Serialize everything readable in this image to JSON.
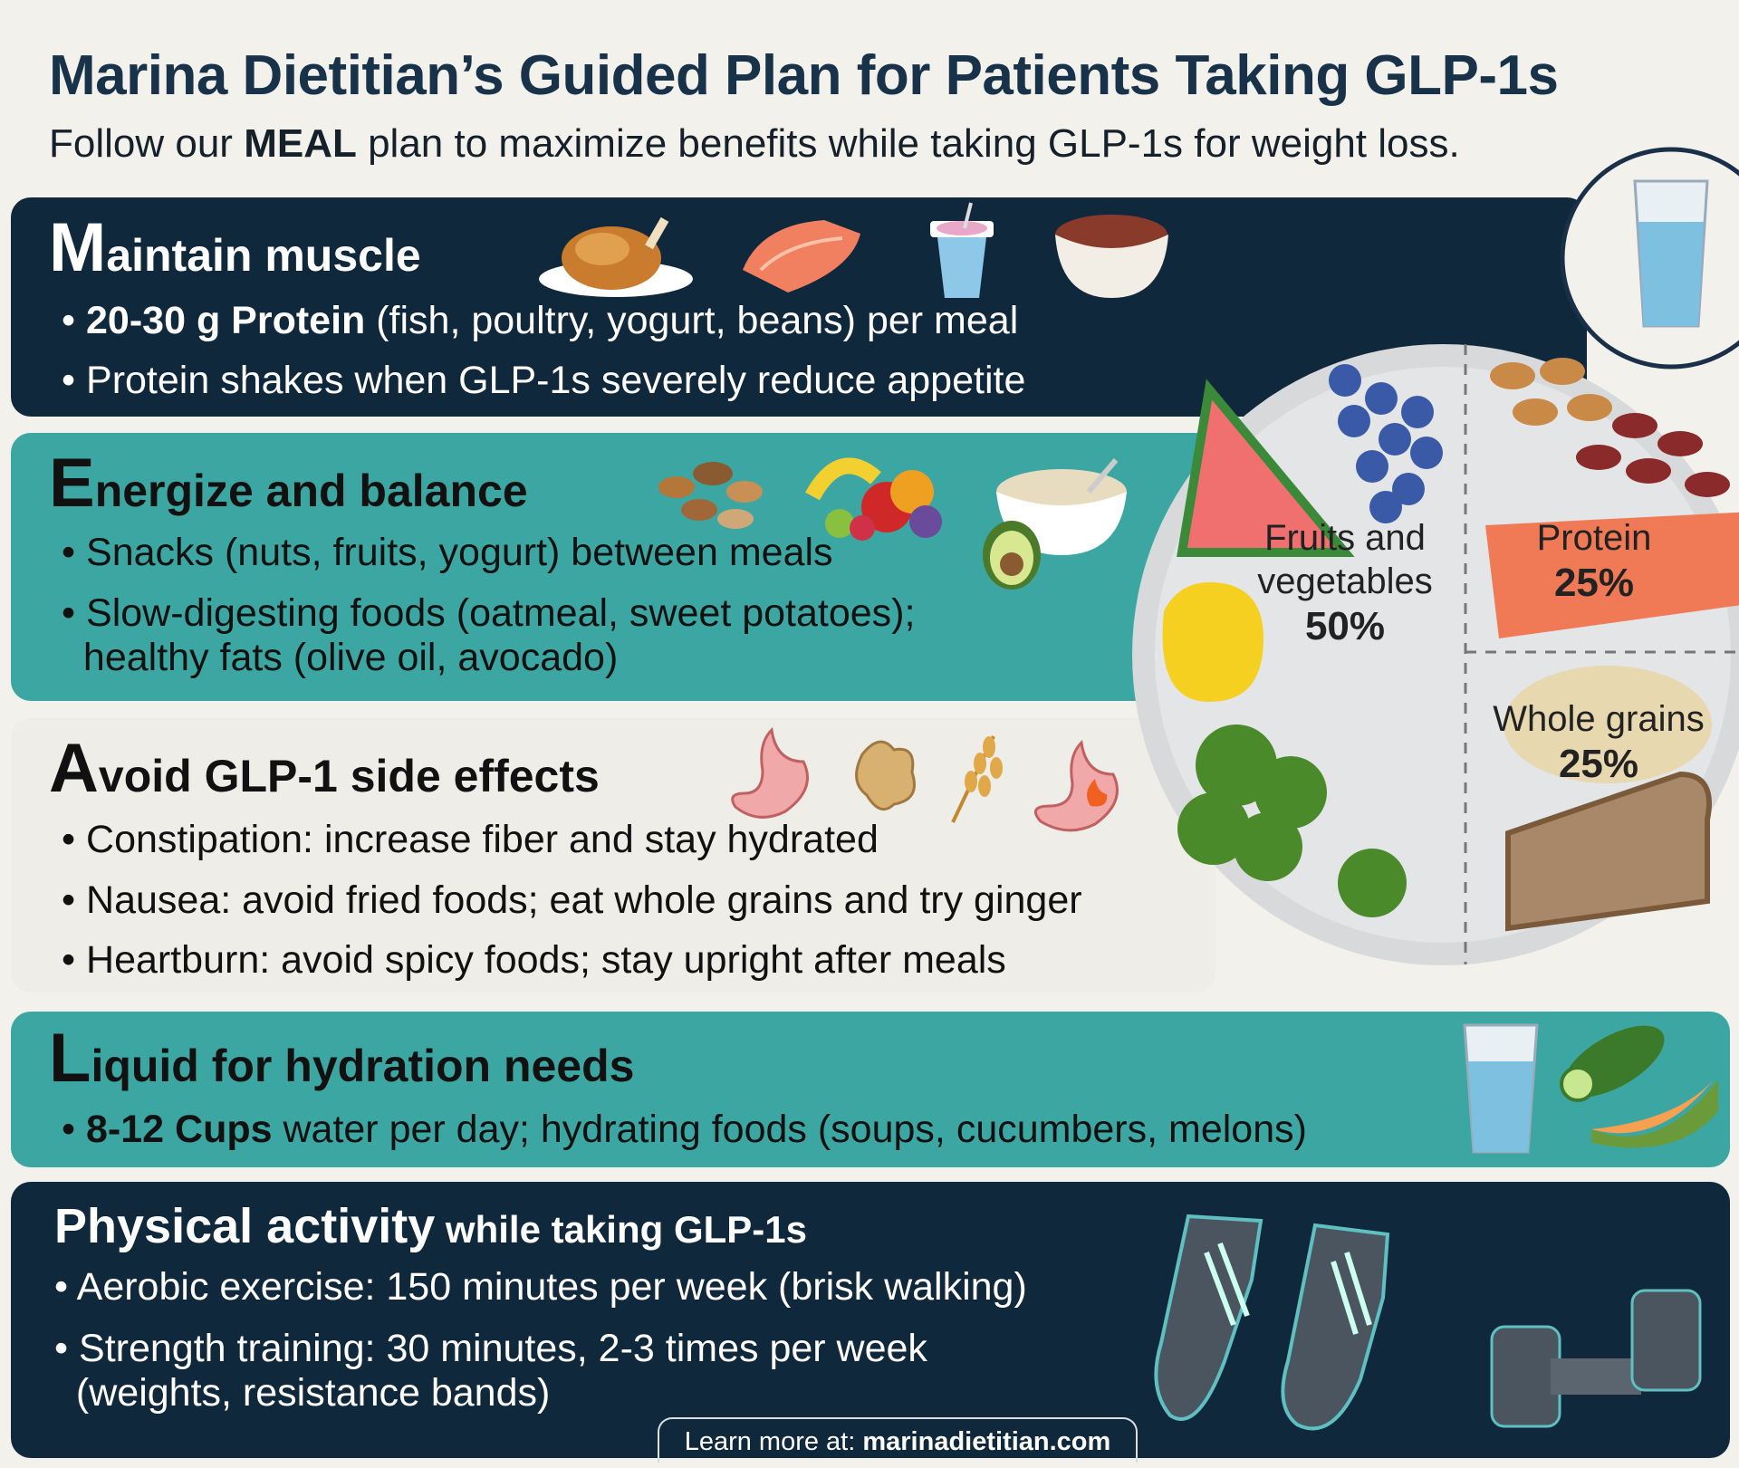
{
  "header": {
    "title": "Marina Dietitian’s Guided Plan for Patients Taking GLP-1s",
    "subtitle_pre": "Follow our ",
    "subtitle_bold": "MEAL",
    "subtitle_post": " plan to maximize benefits while taking GLP-1s for weight loss."
  },
  "sections": {
    "maintain": {
      "cap": "M",
      "rest": "aintain muscle",
      "b1_bold": "20-30 g Protein",
      "b1_rest": " (fish, poultry, yogurt, beans) per meal",
      "b2": "Protein shakes when GLP-1s severely reduce appetite",
      "icons": [
        "roast-chicken-icon",
        "salmon-icon",
        "yogurt-cup-icon",
        "beans-bowl-icon"
      ]
    },
    "energize": {
      "cap": "E",
      "rest": "nergize and balance",
      "b1": "Snacks (nuts, fruits, yogurt) between meals",
      "b2a": "Slow-digesting foods (oatmeal, sweet potatoes);",
      "b2b": "healthy fats (olive oil, avocado)",
      "icons": [
        "nuts-icon",
        "fruits-icon",
        "oatmeal-bowl-icon",
        "avocado-icon"
      ]
    },
    "avoid": {
      "cap": "A",
      "rest": "void GLP-1 side effects",
      "b1": "Constipation: increase fiber and stay hydrated",
      "b2": "Nausea: avoid fried foods; eat whole grains and try ginger",
      "b3": "Heartburn: avoid spicy foods; stay upright after meals",
      "icons": [
        "stomach-icon",
        "ginger-icon",
        "wheat-icon",
        "heartburn-stomach-icon"
      ]
    },
    "liquid": {
      "cap": "L",
      "rest": "iquid for hydration needs",
      "b1_bold": "8-12 Cups",
      "b1_rest": " water per day; hydrating foods (soups, cucumbers, melons)",
      "icons": [
        "water-glass-icon",
        "cucumber-icon",
        "melon-icon"
      ]
    },
    "physical": {
      "head_bold": "Physical activity",
      "head_rest": " while taking GLP-1s",
      "b1": "Aerobic exercise: 150 minutes per week (brisk walking)",
      "b2a": "Strength training: 30 minutes, 2-3 times per week",
      "b2b": "(weights, resistance bands)",
      "icons": [
        "sneakers-icon",
        "dumbbell-icon"
      ]
    }
  },
  "plate": {
    "fruits_veg": {
      "label1": "Fruits and",
      "label2": "vegetables",
      "pct": "50%"
    },
    "protein": {
      "label": "Protein",
      "pct": "25%"
    },
    "grains": {
      "label": "Whole grains",
      "pct": "25%"
    }
  },
  "footer": {
    "pre": "Learn more at: ",
    "link": "marinadietitian.com"
  },
  "colors": {
    "navy": "#10283b",
    "teal": "#3ca7a2",
    "cream": "#f3f1ec",
    "light": "#efede8"
  }
}
